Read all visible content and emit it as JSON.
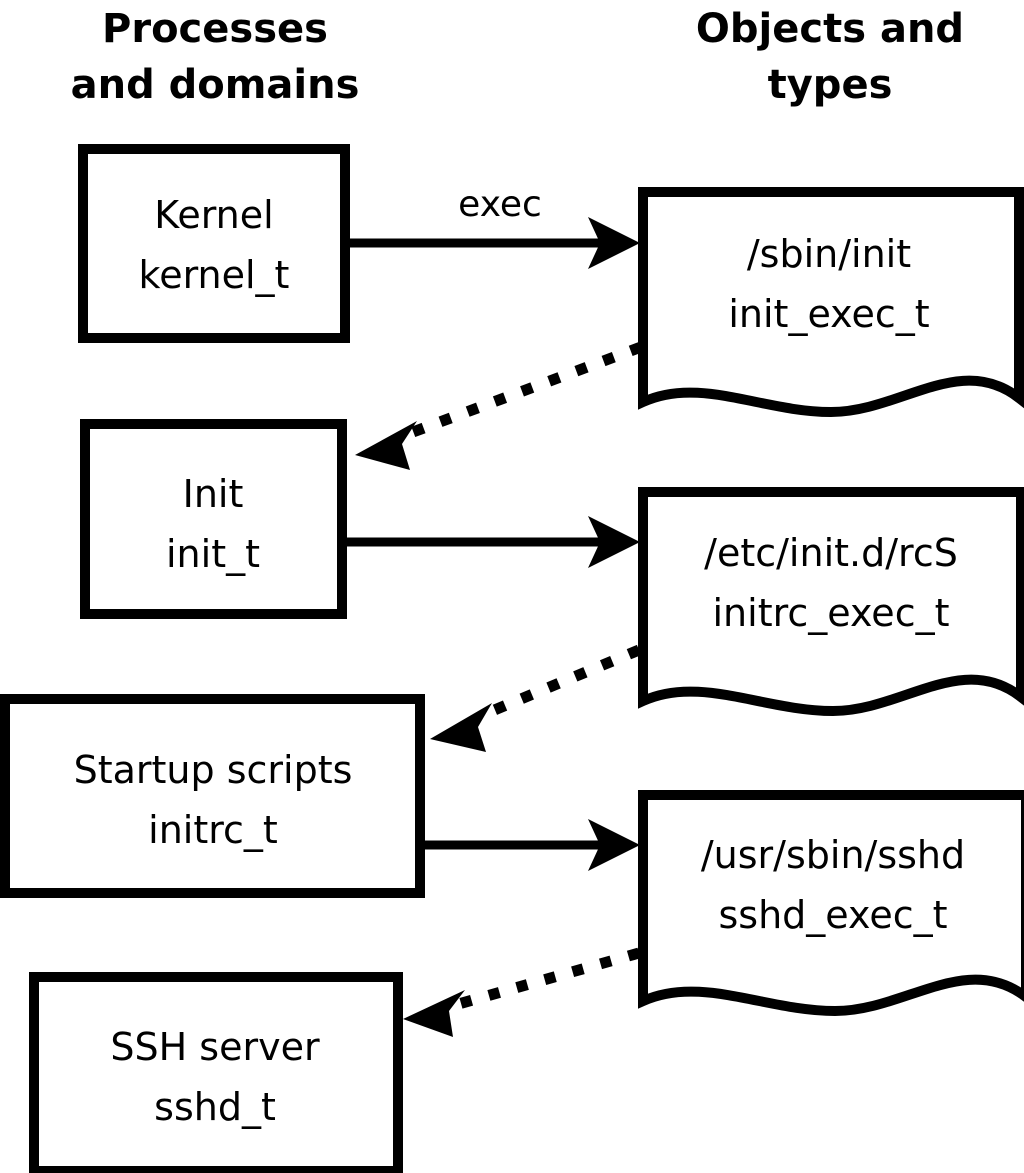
{
  "diagram": {
    "title_left": "Processes\nand domains",
    "columns": [
      {
        "id": "processes",
        "line1": "Processes",
        "line2": "and domains"
      },
      {
        "id": "objects",
        "line1": "Objects and",
        "line2": "types"
      }
    ],
    "process_nodes": [
      {
        "id": "kernel",
        "line1": "Kernel",
        "line2": "kernel_t"
      },
      {
        "id": "init",
        "line1": "Init",
        "line2": "init_t"
      },
      {
        "id": "initrc",
        "line1": "Startup scripts",
        "line2": "initrc_t"
      },
      {
        "id": "sshd",
        "line1": "SSH server",
        "line2": "sshd_t"
      }
    ],
    "object_nodes": [
      {
        "id": "init_exec",
        "line1": "/sbin/init",
        "line2": "init_exec_t"
      },
      {
        "id": "initrc_exec",
        "line1": "/etc/init.d/rcS",
        "line2": "initrc_exec_t"
      },
      {
        "id": "sshd_exec",
        "line1": "/usr/sbin/sshd",
        "line2": "sshd_exec_t"
      }
    ],
    "edges": [
      {
        "id": "kernel-exec-init_exec",
        "from": "kernel",
        "to": "init_exec",
        "label": "exec",
        "style": "solid"
      },
      {
        "id": "init_exec-transition-init",
        "from": "init_exec",
        "to": "init",
        "label": "",
        "style": "dotted"
      },
      {
        "id": "init-exec-initrc_exec",
        "from": "init",
        "to": "initrc_exec",
        "label": "",
        "style": "solid"
      },
      {
        "id": "initrc_exec-transition-initrc",
        "from": "initrc_exec",
        "to": "initrc",
        "label": "",
        "style": "dotted"
      },
      {
        "id": "initrc-exec-sshd_exec",
        "from": "initrc",
        "to": "sshd_exec",
        "label": "",
        "style": "solid"
      },
      {
        "id": "sshd_exec-transition-sshd",
        "from": "sshd_exec",
        "to": "sshd",
        "label": "",
        "style": "dotted"
      }
    ],
    "colors": {
      "stroke": "#000000",
      "fill": "#ffffff",
      "background": "#ffffff"
    }
  }
}
